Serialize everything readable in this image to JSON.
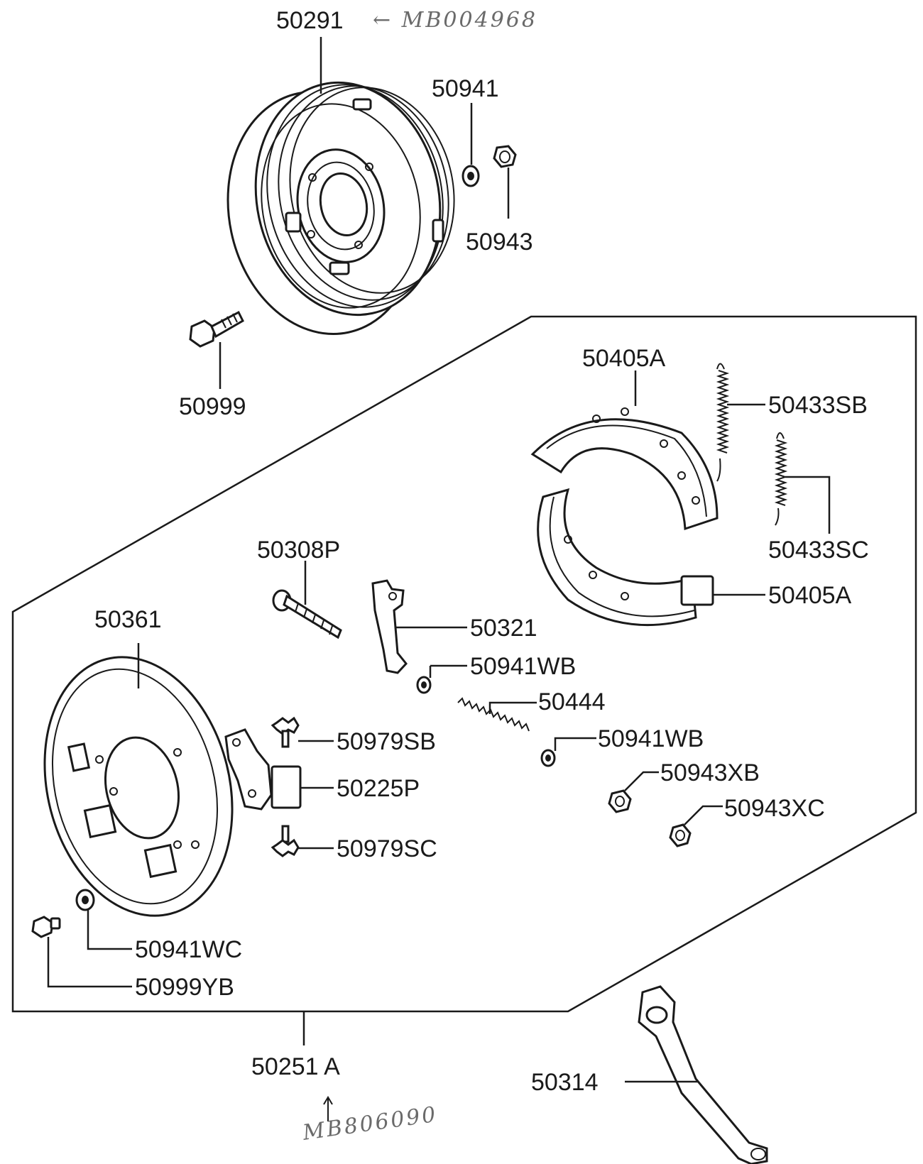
{
  "labels": {
    "p50291": "50291",
    "p50941": "50941",
    "p50943": "50943",
    "p50999": "50999",
    "p50405A_top": "50405A",
    "p50433SB": "50433SB",
    "p50433SC": "50433SC",
    "p50405A_bottom": "50405A",
    "p50308P": "50308P",
    "p50321": "50321",
    "p50361": "50361",
    "p50941WB_1": "50941WB",
    "p50444": "50444",
    "p50941WB_2": "50941WB",
    "p50979SB": "50979SB",
    "p50225P": "50225P",
    "p50943XB": "50943XB",
    "p50943XC": "50943XC",
    "p50979SC": "50979SC",
    "p50941WC": "50941WC",
    "p50999YB": "50999YB",
    "p50251A": "50251 A",
    "p50314": "50314"
  },
  "handwriting": {
    "top_note": "← MB004968",
    "bottom_note": "MB806090"
  }
}
